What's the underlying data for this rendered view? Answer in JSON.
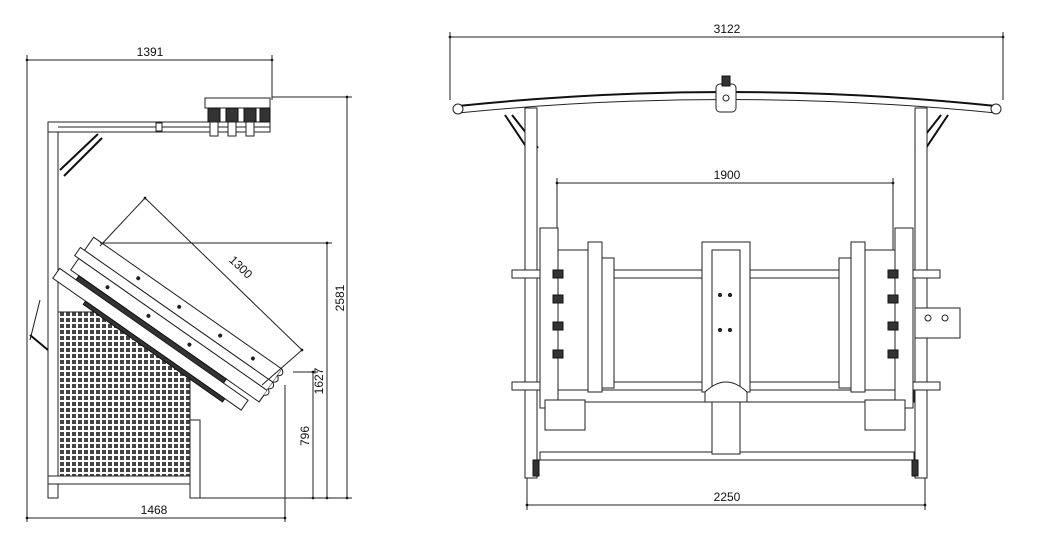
{
  "side_view": {
    "dims": {
      "top_width": "1391",
      "total_height": "2581",
      "table_length": "1300",
      "table_top_height": "1627",
      "table_bottom_height": "796",
      "base_width": "1468"
    }
  },
  "front_view": {
    "dims": {
      "canopy_width": "3122",
      "inner_width": "1900",
      "base_width": "2250"
    }
  }
}
